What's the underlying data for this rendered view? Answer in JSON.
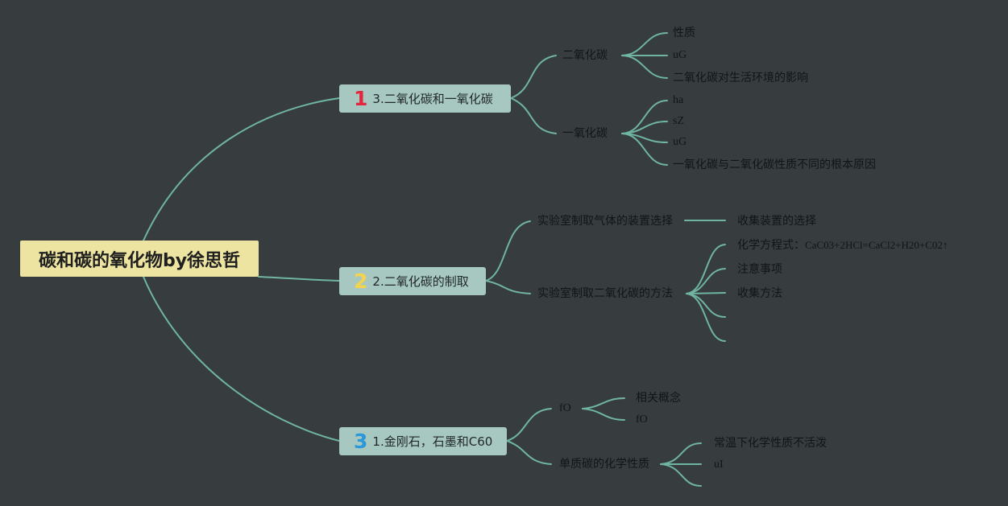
{
  "root": {
    "title": "碳和碳的氧化物by徐思哲"
  },
  "branches": [
    {
      "badge": "1",
      "label": "3.二氧化碳和一氧化碳",
      "children": [
        {
          "label": "二氧化碳",
          "leaves": [
            "性质",
            "uG",
            "二氧化碳对生活环境的影响"
          ]
        },
        {
          "label": "一氧化碳",
          "leaves": [
            "ha",
            "sZ",
            "uG",
            "一氧化碳与二氧化碳性质不同的根本原因"
          ]
        }
      ]
    },
    {
      "badge": "2",
      "label": "2.二氧化碳的制取",
      "children": [
        {
          "label": "实验室制取气体的装置选择",
          "leaves": [
            "收集装置的选择"
          ]
        },
        {
          "label": "实验室制取二氧化碳的方法",
          "leaves": [
            "化学方程式：",
            "CaC03+2HCl=CaCl2+H20+C02↑",
            "注意事项",
            "收集方法",
            "",
            ""
          ]
        }
      ]
    },
    {
      "badge": "3",
      "label": "1.金刚石，石墨和C60",
      "children": [
        {
          "label": "fO",
          "leaves": [
            "相关概念",
            "fO"
          ]
        },
        {
          "label": "单质碳的化学性质",
          "leaves": [
            "常温下化学性质不活泼",
            "uI",
            ""
          ]
        }
      ]
    }
  ],
  "colors": {
    "background": "#373c3e",
    "connector": "#6fb5a1",
    "root_fill": "#ede4a1",
    "branch_fill": "#a7c8c1",
    "badge_1": "#e2263d",
    "badge_2": "#f6d34b",
    "badge_3": "#2b97d8"
  }
}
